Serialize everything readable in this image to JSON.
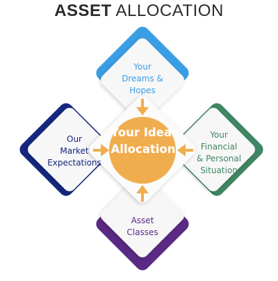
{
  "title": {
    "bold": "ASSET",
    "light": "ALLOCATION"
  },
  "center": {
    "line1": "Your Ideal",
    "line2": "Allocation"
  },
  "quadrants": {
    "top": {
      "lines": [
        "Your",
        "Dreams &",
        "Hopes"
      ],
      "color": "#3a9ee4"
    },
    "left": {
      "lines": [
        "Our",
        "Market",
        "Expectations"
      ],
      "color": "#15277f"
    },
    "right": {
      "lines": [
        "Your",
        "Financial",
        "& Personal",
        "Situation"
      ],
      "color": "#3f8663"
    },
    "bottom": {
      "lines": [
        "Asset",
        "Classes"
      ],
      "color": "#5a2a84"
    }
  },
  "colors": {
    "center_circle": "#f0ad4e",
    "arrows": "#f0ad4e"
  }
}
